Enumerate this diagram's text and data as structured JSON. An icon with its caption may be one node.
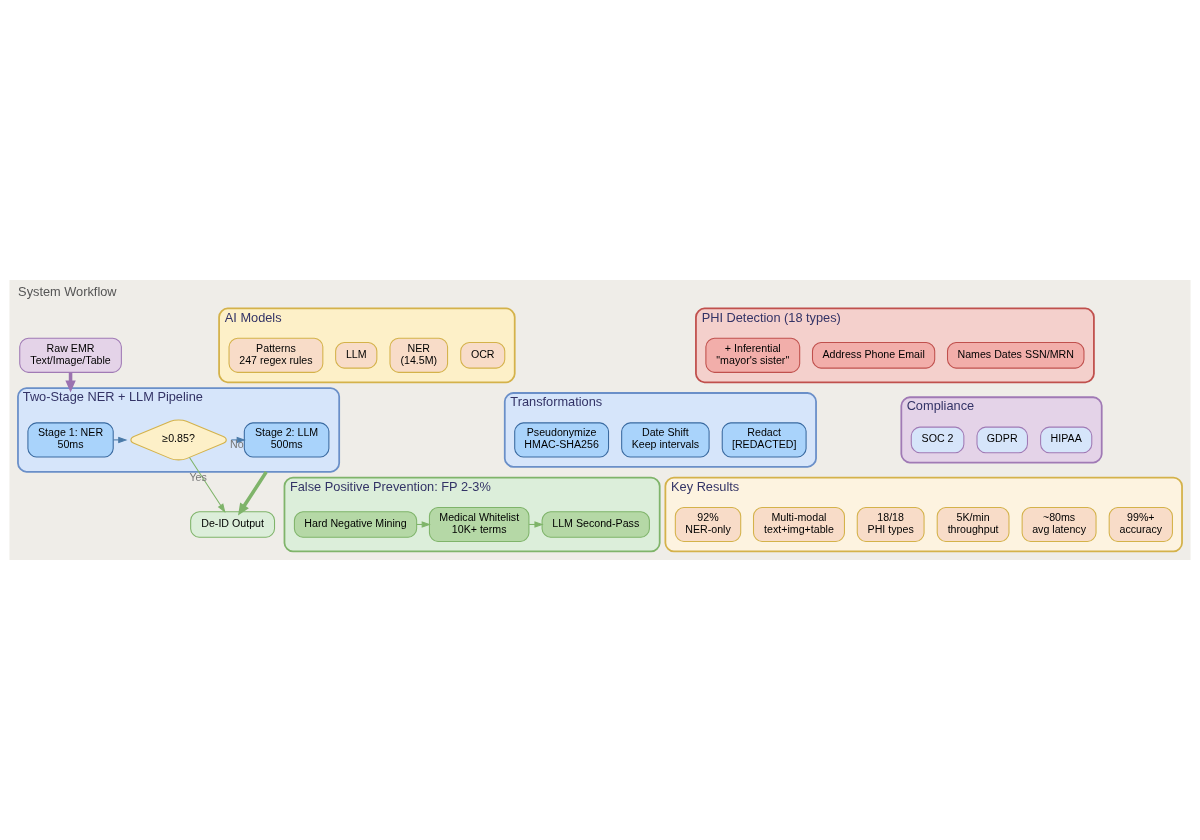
{
  "diagram": {
    "title": "System Workflow",
    "nodes": [
      {
        "text": [
          "Raw EMR",
          "Text/Image/Table"
        ]
      },
      {
        "text": [
          "Two-Stage NER + LLM Pipeline"
        ]
      },
      {
        "text": [
          "Stage 1: NER",
          "50ms"
        ],
        "in": 1
      },
      {
        "text": [
          "≥0.85?"
        ],
        "in": 1
      },
      {
        "text": [
          "Stage 2: LLM",
          "500ms"
        ],
        "in": 1
      },
      {
        "text": [
          "De-ID Output"
        ]
      },
      {
        "text": [
          "AI Models"
        ]
      },
      {
        "text": [
          "OCR"
        ],
        "in": 6
      },
      {
        "text": [
          "NER",
          "(14.5M)"
        ],
        "in": 6
      },
      {
        "text": [
          "LLM"
        ],
        "in": 6
      },
      {
        "text": [
          "Patterns",
          "247 regex rules"
        ],
        "in": 6
      },
      {
        "text": [
          "PHI Detection (18 types)"
        ]
      },
      {
        "text": [
          "Names Dates SSN/MRN"
        ],
        "in": 11
      },
      {
        "text": [
          "Address Phone Email"
        ],
        "in": 11
      },
      {
        "text": [
          "+ Inferential",
          "\"mayor's sister\""
        ],
        "in": 11
      },
      {
        "text": [
          "Transformations"
        ]
      },
      {
        "text": [
          "Redact",
          "[REDACTED]"
        ],
        "in": 15
      },
      {
        "text": [
          "Date Shift",
          "Keep intervals"
        ],
        "in": 15
      },
      {
        "text": [
          "Pseudonymize",
          "HMAC-SHA256"
        ],
        "in": 15
      },
      {
        "text": [
          "False Positive Prevention: FP 2-3%"
        ]
      },
      {
        "text": [
          "Hard Negative Mining"
        ],
        "in": 19
      },
      {
        "text": [
          "Medical Whitelist",
          "10K+ terms"
        ],
        "in": 19
      },
      {
        "text": [
          "LLM Second-Pass"
        ],
        "in": 19
      },
      {
        "text": [
          "Compliance"
        ]
      },
      {
        "text": [
          "HIPAA"
        ],
        "in": 23
      },
      {
        "text": [
          "GDPR"
        ],
        "in": 23
      },
      {
        "text": [
          "SOC 2"
        ],
        "in": 23
      },
      {
        "text": [
          "Key Results"
        ]
      },
      {
        "text": [
          "99%+",
          "accuracy"
        ],
        "in": 27
      },
      {
        "text": [
          "~80ms",
          "avg latency"
        ],
        "in": 27
      },
      {
        "text": [
          "5K/min",
          "throughput"
        ],
        "in": 27
      },
      {
        "text": [
          "18/18",
          "PHI types"
        ],
        "in": 27
      },
      {
        "text": [
          "Multi-modal",
          "text+img+table"
        ],
        "in": 27
      },
      {
        "text": [
          "92%",
          "NER-only"
        ],
        "in": 27
      }
    ],
    "edges": [
      {
        "from": 0,
        "to": 1,
        "arrow": "to",
        "style": "thick",
        "color": "#9b72b0"
      },
      {
        "from": 2,
        "to": 3,
        "arrow": "to",
        "color": "#4a7aa8"
      },
      {
        "from": 3,
        "to": 4,
        "arrow": "to",
        "label": "No",
        "color": "#4a7aa8"
      },
      {
        "from": 1,
        "to": 5,
        "arrow": "to",
        "style": "thick"
      },
      {
        "from": 3,
        "to": 5,
        "arrow": "to",
        "label": "Yes"
      },
      {
        "from": 20,
        "to": 21,
        "arrow": "to"
      },
      {
        "from": 21,
        "to": 22,
        "arrow": "to"
      }
    ]
  }
}
